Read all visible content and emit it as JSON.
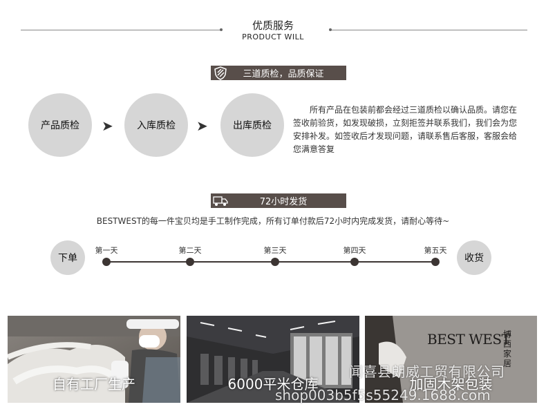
{
  "header": {
    "title": "优质服务",
    "subtitle": "PRODUCT  WILL"
  },
  "quality": {
    "banner": "三道质检，品质保证",
    "banner_icon": "shield-icon",
    "steps": [
      "产品质检",
      "入库质检",
      "出库质检"
    ],
    "arrow": "➤",
    "description": "　　所有产品在包装前都会经过三道质检以确认品质。请您在签收前验货，如发现破损，立刻拒签并联系我们，我们会为您安排补发。如签收后才发现问题，请联系售后客服，客服会给您满意答复"
  },
  "delivery": {
    "banner": "72小时发货",
    "banner_icon": "truck-icon",
    "text": "BESTWEST的每一件宝贝均是手工制作完成，所有订单付款后72小时内完成发货，请耐心等待~",
    "start": "下单",
    "end": "收货",
    "days": [
      "第一天",
      "第二天",
      "第三天",
      "第四天",
      "第五天"
    ]
  },
  "photos": {
    "items": [
      {
        "caption": "自有工厂生产"
      },
      {
        "caption": "6000平米仓库"
      },
      {
        "caption": "加固木架包装",
        "brand": "BEST WEST",
        "brand_cn": "博西家居"
      }
    ],
    "watermark_line1": "闻喜县朗威工贸有限公司",
    "watermark_line2": "shop003b5f5s55249.1688.com"
  },
  "colors": {
    "banner_bg": "#584e4a",
    "circle": "#d6d6d6",
    "timeline": "#3c3533"
  }
}
